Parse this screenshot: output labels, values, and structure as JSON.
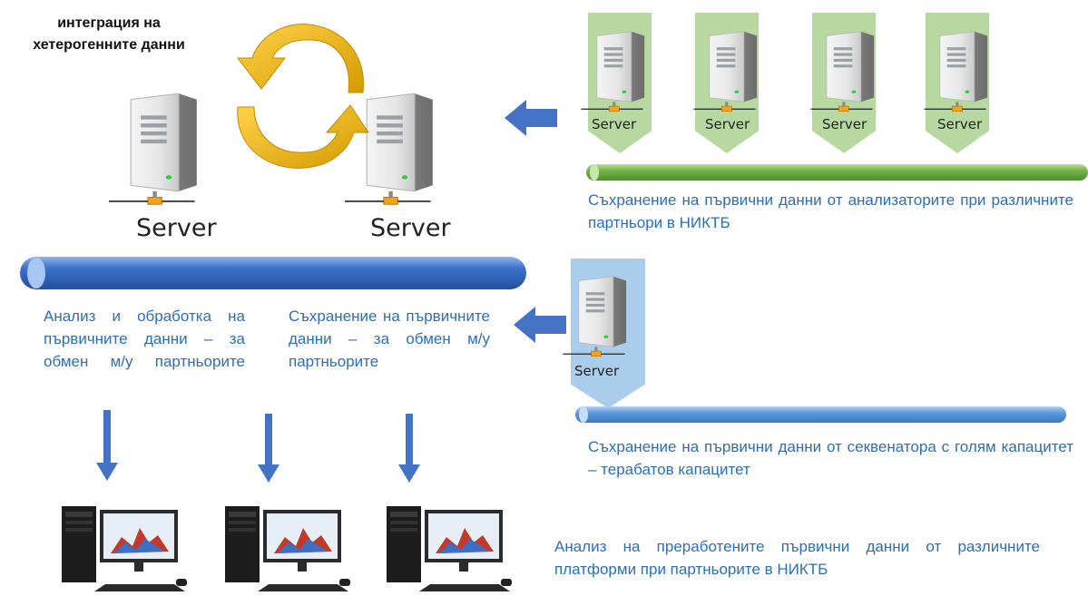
{
  "title_lines": [
    "интеграция на",
    "хетерогенните данни"
  ],
  "server_label": "Server",
  "primary_servers": [
    "Server",
    "Server"
  ],
  "partner_servers": [
    "Server",
    "Server",
    "Server",
    "Server"
  ],
  "sequencer_server": "Server",
  "texts": {
    "analysis_processing": "Анализ и обработка на първичните данни – за обмен м/у партньорите",
    "storage_exchange": "Съхранение на първичните данни – за обмен м/у партньорите",
    "analyzers_storage": "Съхранение на първични данни от анализаторите при различните партньори в НИКТБ",
    "sequencer_storage": "Съхранение на първични данни от секвенатора с голям капацитет – терабатов капацитет",
    "final_analysis": "Анализ на преработените първични данни от различните платформи при партньорите в НИКТБ"
  },
  "colors": {
    "green_bar": "#6aaa3f",
    "blue_bar": "#2f62bd",
    "light_blue_bar": "#4f8fd6",
    "arrow_blue": "#4472c4",
    "cycle_arrow": "#f1b917",
    "text_blue": "#2a6fb8"
  },
  "icons": [
    "server-icon",
    "workstation-icon",
    "cycle-arrows-icon",
    "arrow-left-icon",
    "arrow-down-icon"
  ]
}
